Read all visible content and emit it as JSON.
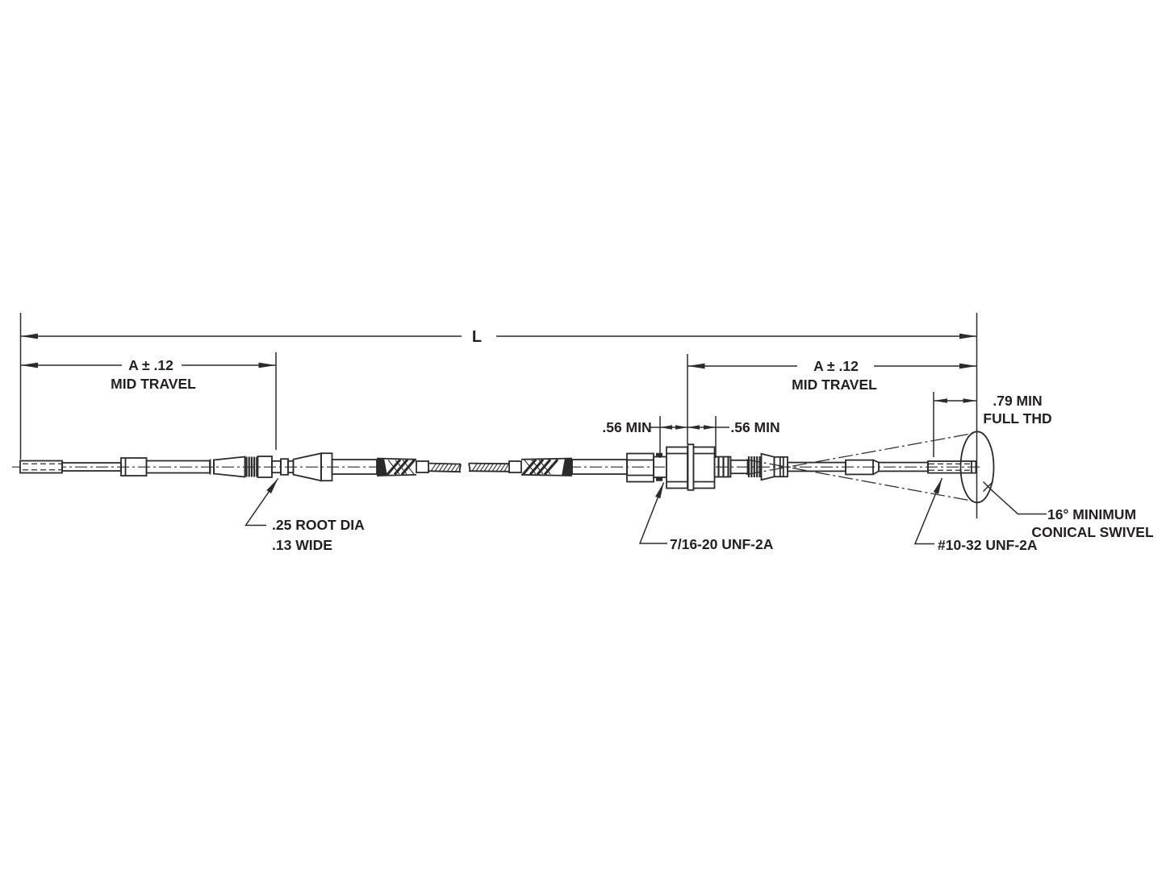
{
  "drawing": {
    "overall_length_label": "L",
    "left_mid_travel": {
      "dim": "A ± .12",
      "label": "MID TRAVEL"
    },
    "right_mid_travel": {
      "dim": "A ± .12",
      "label": "MID TRAVEL"
    },
    "full_thread": {
      "line1": ".79 MIN",
      "line2": "FULL THD"
    },
    "left_engagement": ".56 MIN",
    "right_engagement": ".56 MIN",
    "groove_callout": {
      "line1": ".25 ROOT DIA",
      "line2": ".13 WIDE"
    },
    "bulkhead_thread_callout": "7/16-20 UNF-2A",
    "rod_end_thread_callout": "#10-32 UNF-2A",
    "swivel_callout": {
      "line1": "16° MINIMUM",
      "line2": "CONICAL SWIVEL"
    },
    "colors": {
      "line": "#2b2b2b",
      "text": "#231f20",
      "background": "#ffffff"
    }
  }
}
